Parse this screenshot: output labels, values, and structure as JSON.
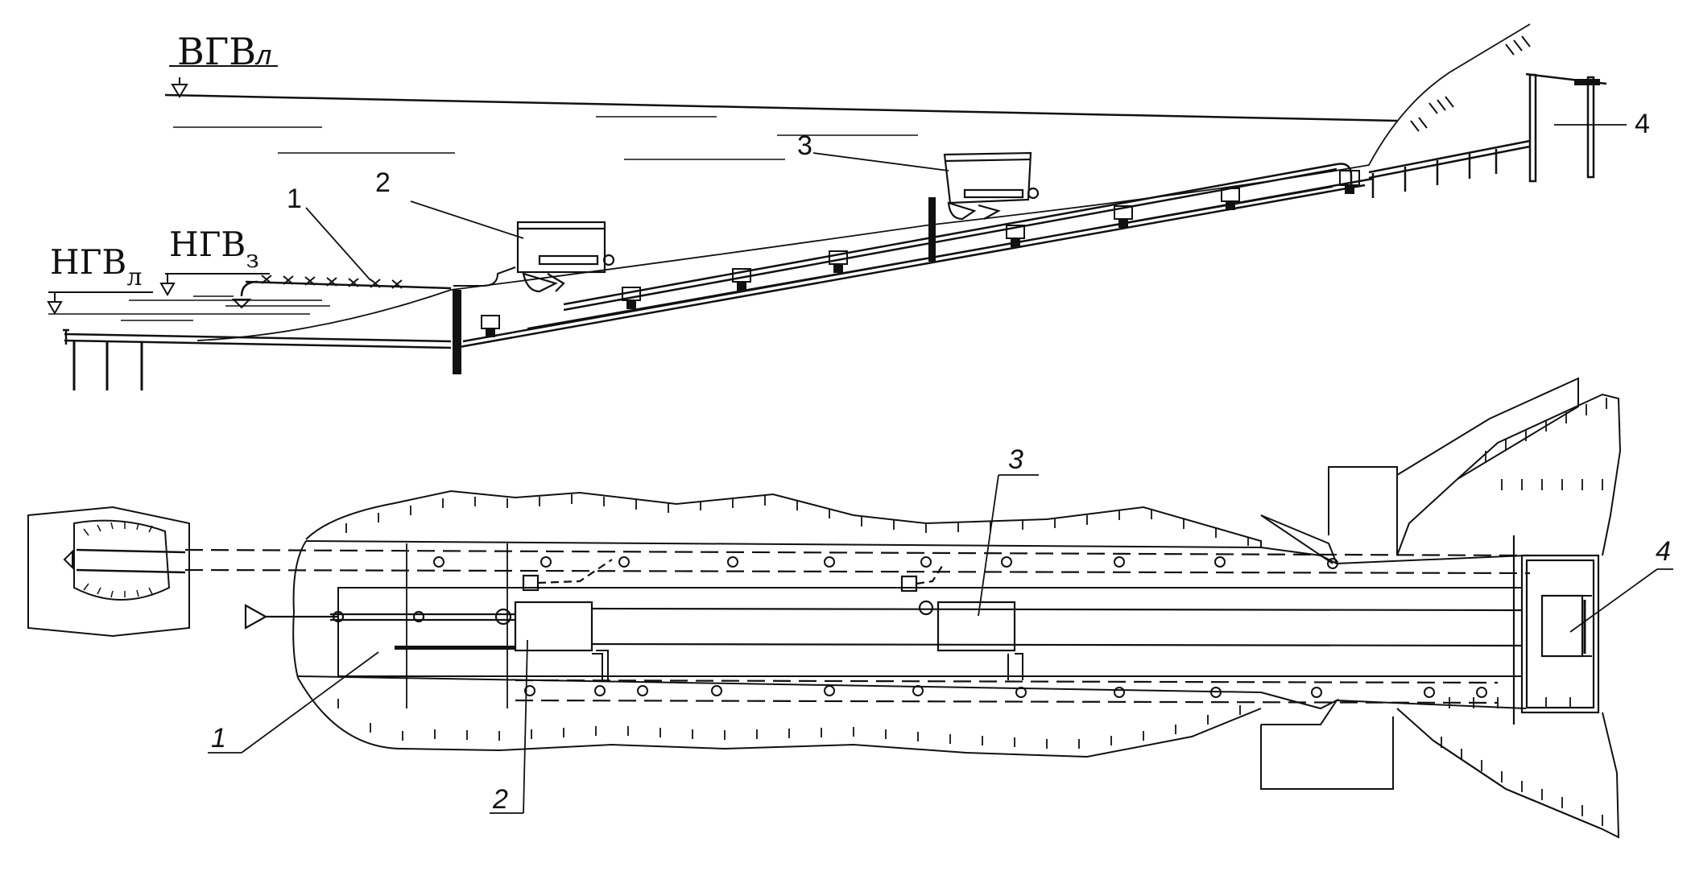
{
  "levels": {
    "vgv_main": "ВГВ",
    "vgv_sub": "л",
    "ngvl_main": "НГВ",
    "ngvl_sub": "л",
    "ngvz_main": "НГВ",
    "ngvz_sub": "з"
  },
  "callouts_section": {
    "c1": "1",
    "c2": "2",
    "c3": "3",
    "c4": "4"
  },
  "callouts_plan": {
    "c1": "1",
    "c2": "2",
    "c3": "3",
    "c4": "4"
  },
  "colors": {
    "ink": "#111111",
    "paper": "#ffffff"
  }
}
